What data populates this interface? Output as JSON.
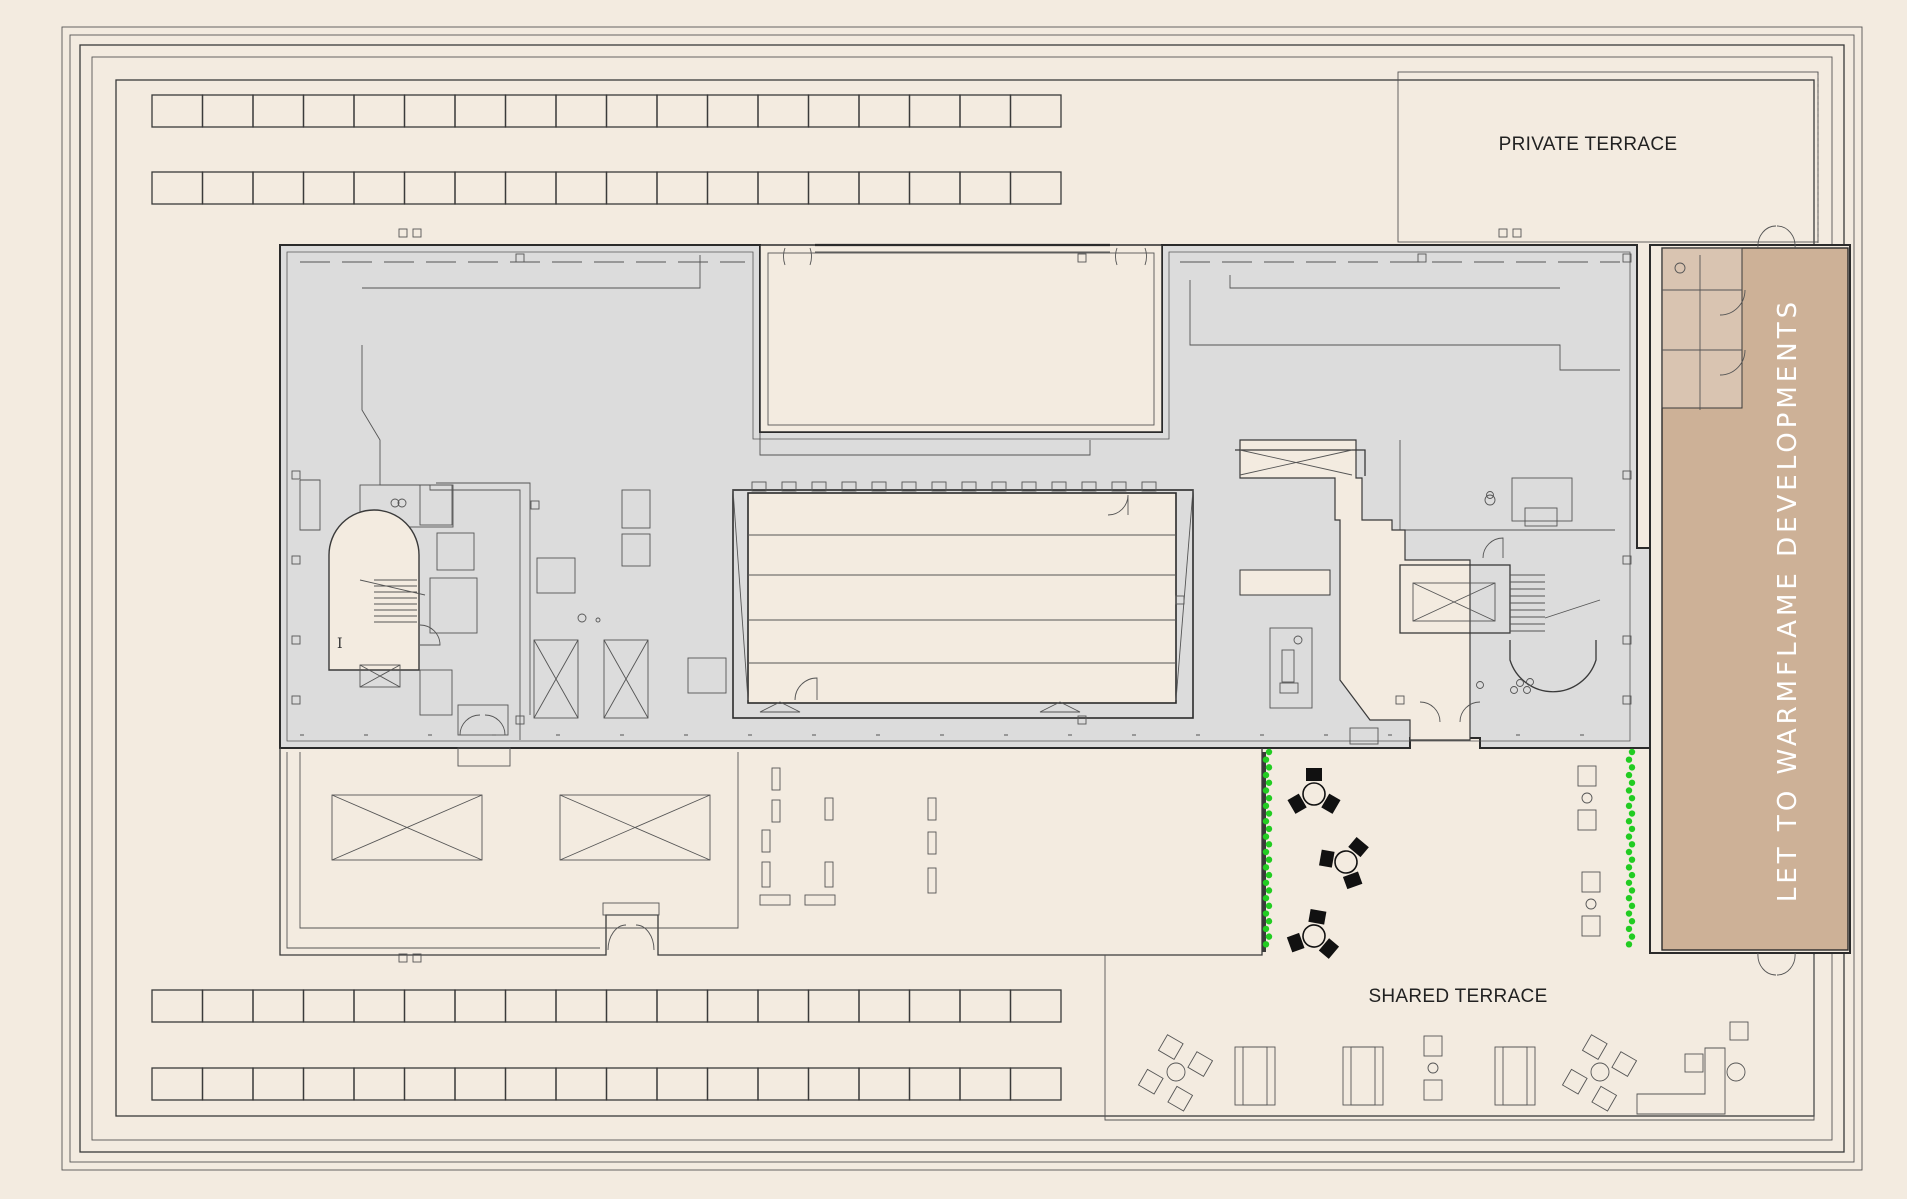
{
  "plan": {
    "labels": {
      "private_terrace": "PRIVATE TERRACE",
      "shared_terrace": "SHARED TERRACE",
      "let_band": "LET TO WARMFLAME DEVELOPMENTS"
    },
    "colors": {
      "background": "#f3ebe0",
      "building_fill": "#dcdcdc",
      "let_area_fill": "#cdb197",
      "planting": "#22cc22",
      "line": "#3a3a3a"
    },
    "icons": {
      "stair": "staircase-icon",
      "lift": "lift-shaft-icon",
      "table": "round-table-with-chairs-icon",
      "planter": "green-planter-icon"
    }
  }
}
